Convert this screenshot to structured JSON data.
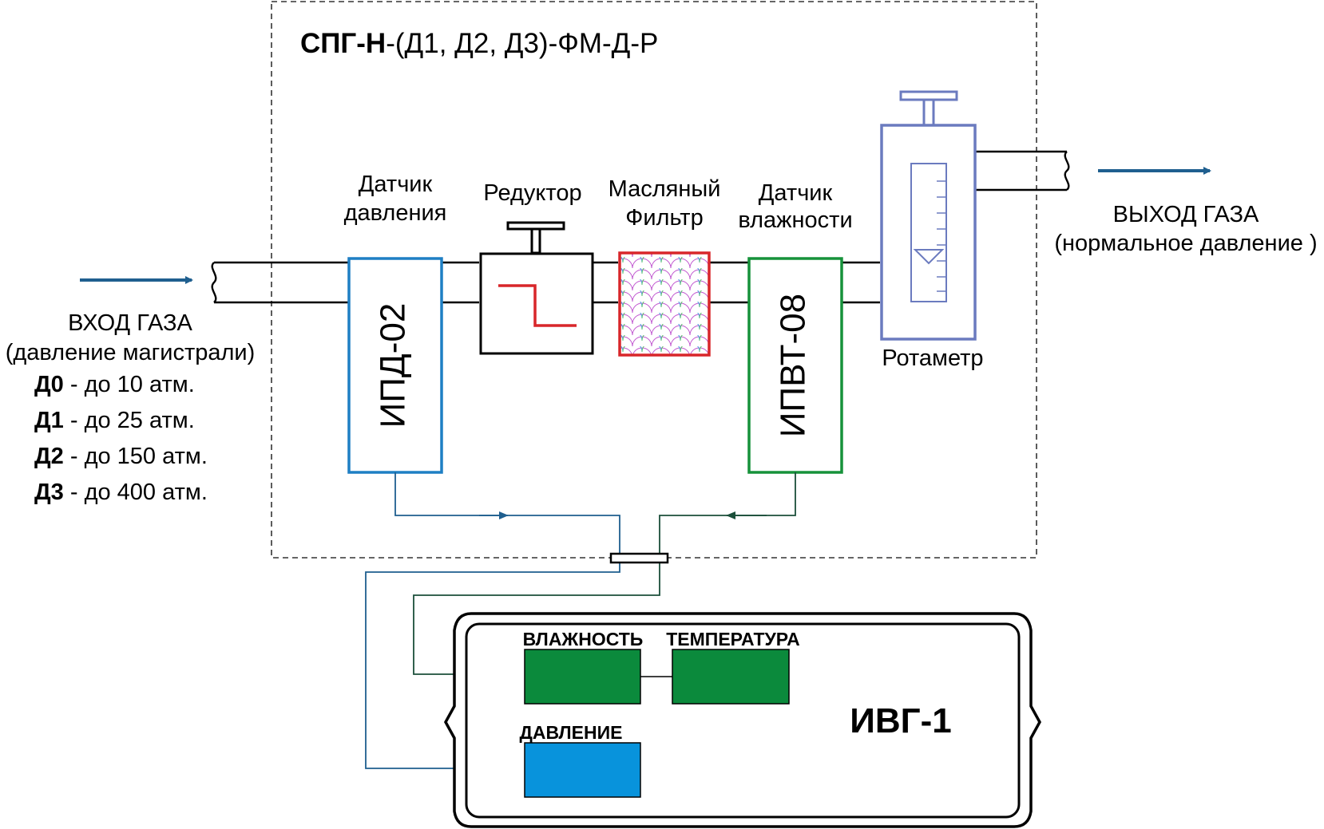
{
  "title": {
    "bold": "СПГ-Н",
    "rest": "-(Д1, Д2, Д3)-ФМ-Д-Р"
  },
  "inlet": {
    "label": "ВХОД ГАЗА",
    "sub": "(давление магистрали)",
    "ranges": [
      {
        "code": "Д0",
        "text": " - до 10 атм."
      },
      {
        "code": "Д1",
        "text": " - до 25 атм."
      },
      {
        "code": "Д2",
        "text": " - до 150 атм."
      },
      {
        "code": "Д3",
        "text": " - до 400 атм."
      }
    ]
  },
  "outlet": {
    "label": "ВЫХОД ГАЗА",
    "sub": "(нормальное давление )"
  },
  "components": {
    "pressure_sensor": {
      "caption1": "Датчик",
      "caption2": "давления",
      "model": "ИПД-02"
    },
    "reducer": {
      "caption": "Редуктор"
    },
    "oil_filter": {
      "caption1": "Масляный",
      "caption2": "Фильтр"
    },
    "humidity_sensor": {
      "caption1": "Датчик",
      "caption2": "влажности",
      "model": "ИПВТ-08"
    },
    "rotameter": {
      "caption": "Ротаметр"
    }
  },
  "device": {
    "name": "ИВГ-1",
    "displays": [
      {
        "label": "ВЛАЖНОСТЬ",
        "color": "#0b8a3c"
      },
      {
        "label": "ТЕМПЕРАТУРА",
        "color": "#0b8a3c"
      },
      {
        "label": "ДАВЛЕНИЕ",
        "color": "#0893dc"
      }
    ]
  },
  "colors": {
    "flow_arrow": "#1f5f8f",
    "pressure_sensor": "#1e7fc4",
    "humidity_sensor": "#16923a",
    "filter": "#d8262a",
    "reducer_mark": "#d8262a",
    "rotameter": "#6b7bbf",
    "signal_pressure": "#1f5f8f",
    "signal_humidity": "#1b4f3a"
  }
}
